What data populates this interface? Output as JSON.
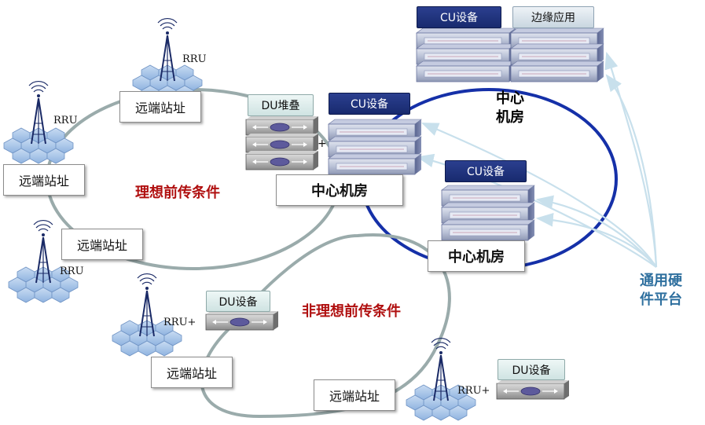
{
  "rings": {
    "ideal": "理想前传条件",
    "non_ideal": "非理想前传条件"
  },
  "remote_site": "远端站址",
  "central_room": "中心机房",
  "central_room_stacked": [
    "中心",
    "机房"
  ],
  "rru_label": "RRU",
  "rru_plus_label": "RRU+",
  "cu_device": "CU设备",
  "du_device": "DU设备",
  "du_stack": "DU堆叠",
  "edge_app": "边缘应用",
  "plus_sign": "+",
  "platform": [
    "通用硬",
    "件平台"
  ],
  "colors": {
    "ring_gray": "#9aabab",
    "ring_blue": "#1530a8",
    "arrow": "#c8e0ec",
    "red_text": "#b01010",
    "cu_blue": "#1f2f80",
    "platform_text": "#2e6f9e"
  }
}
